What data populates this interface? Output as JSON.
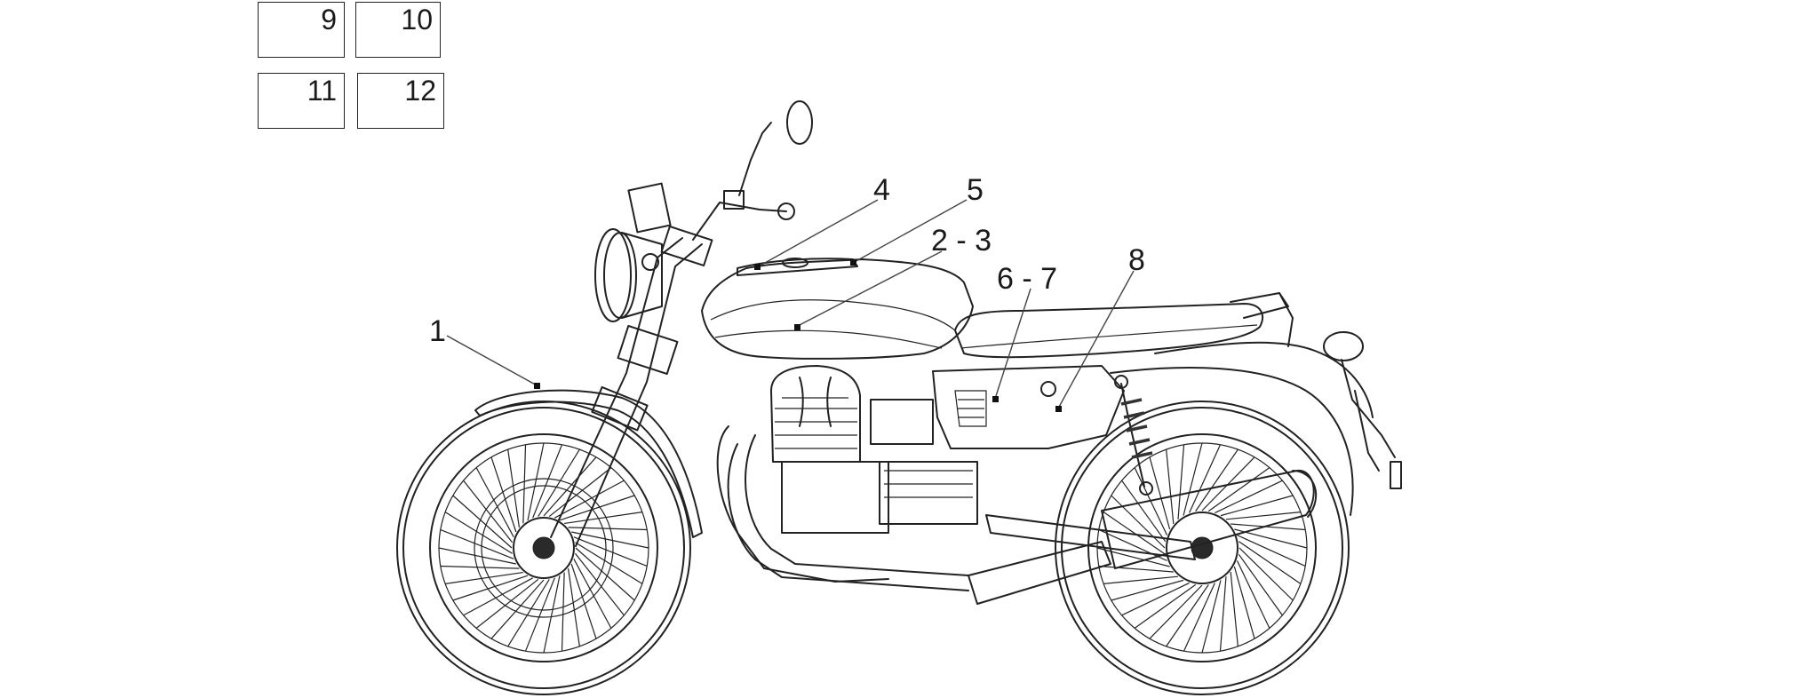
{
  "kit_boxes": [
    {
      "label": "9"
    },
    {
      "label": "10"
    },
    {
      "label": "11"
    },
    {
      "label": "12"
    }
  ],
  "callouts": [
    {
      "label": "1"
    },
    {
      "label": "4"
    },
    {
      "label": "5"
    },
    {
      "label": "2 - 3"
    },
    {
      "label": "6 - 7"
    },
    {
      "label": "8"
    }
  ],
  "colors": {
    "line": "#222222",
    "background": "#ffffff"
  }
}
